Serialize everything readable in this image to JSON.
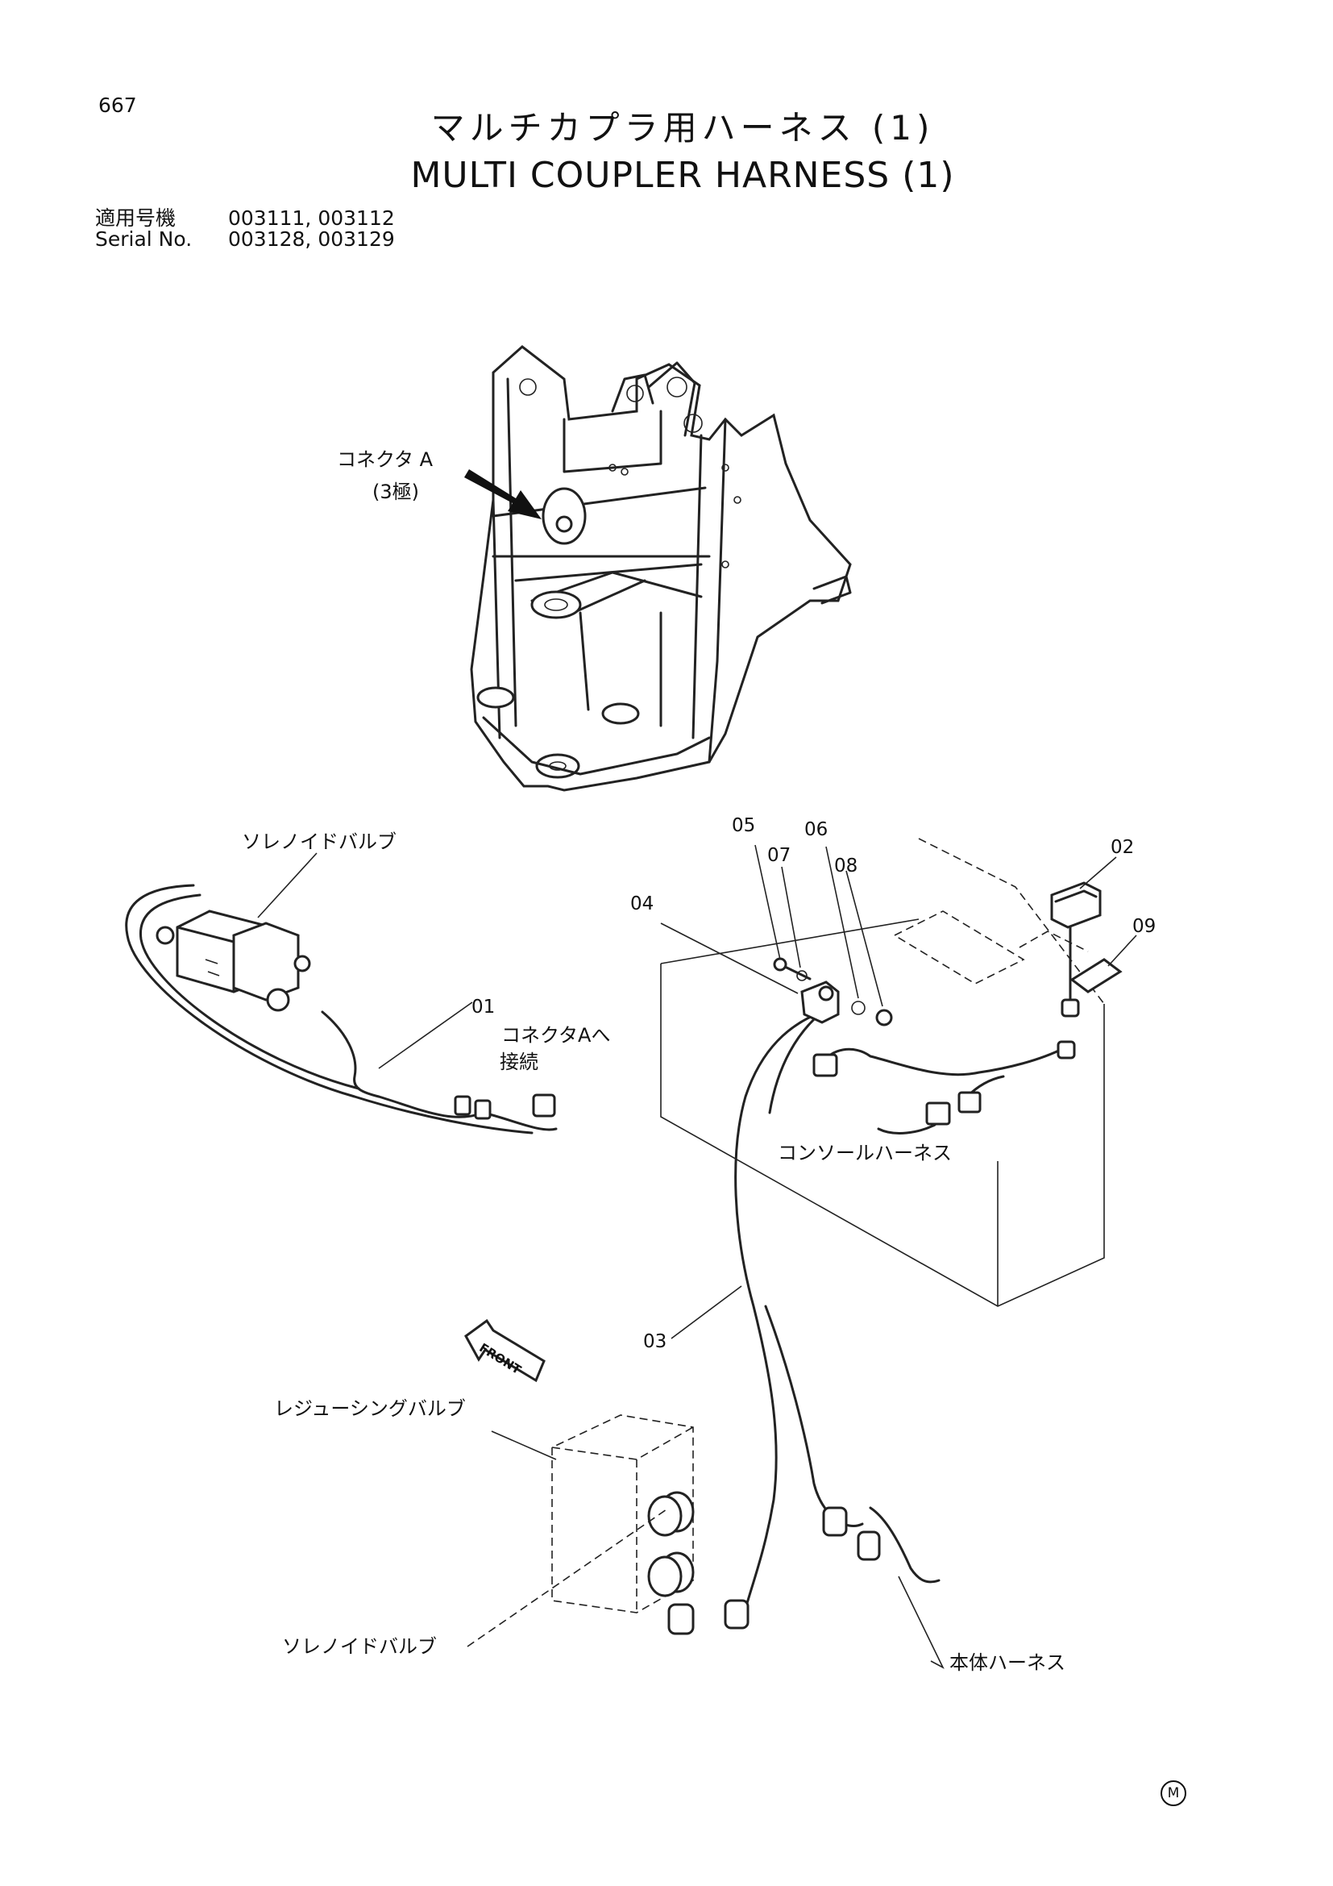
{
  "header": {
    "page_number": "667",
    "title_jp": "マルチカプラ用ハーネス (1)",
    "title_en": "MULTI COUPLER HARNESS (1)",
    "serial_label_jp": "適用号機",
    "serial_values_1": "003111, 003112",
    "serial_label_en": "Serial No.",
    "serial_values_2": "003128, 003129"
  },
  "labels": {
    "connector_a": "コネクタ A",
    "connector_a_poles": "(3極)",
    "solenoid_valve_top": "ソレノイドバルブ",
    "connect_to_a_1": "コネクタAへ",
    "connect_to_a_2": "接続",
    "console_harness": "コンソールハーネス",
    "reducing_valve": "レジューシングバルブ",
    "solenoid_valve_bottom": "ソレノイドバルブ",
    "main_harness": "本体ハーネス",
    "front": "FRONT",
    "corner_mark": "M"
  },
  "part_numbers": [
    "01",
    "02",
    "03",
    "04",
    "05",
    "06",
    "07",
    "08",
    "09"
  ]
}
